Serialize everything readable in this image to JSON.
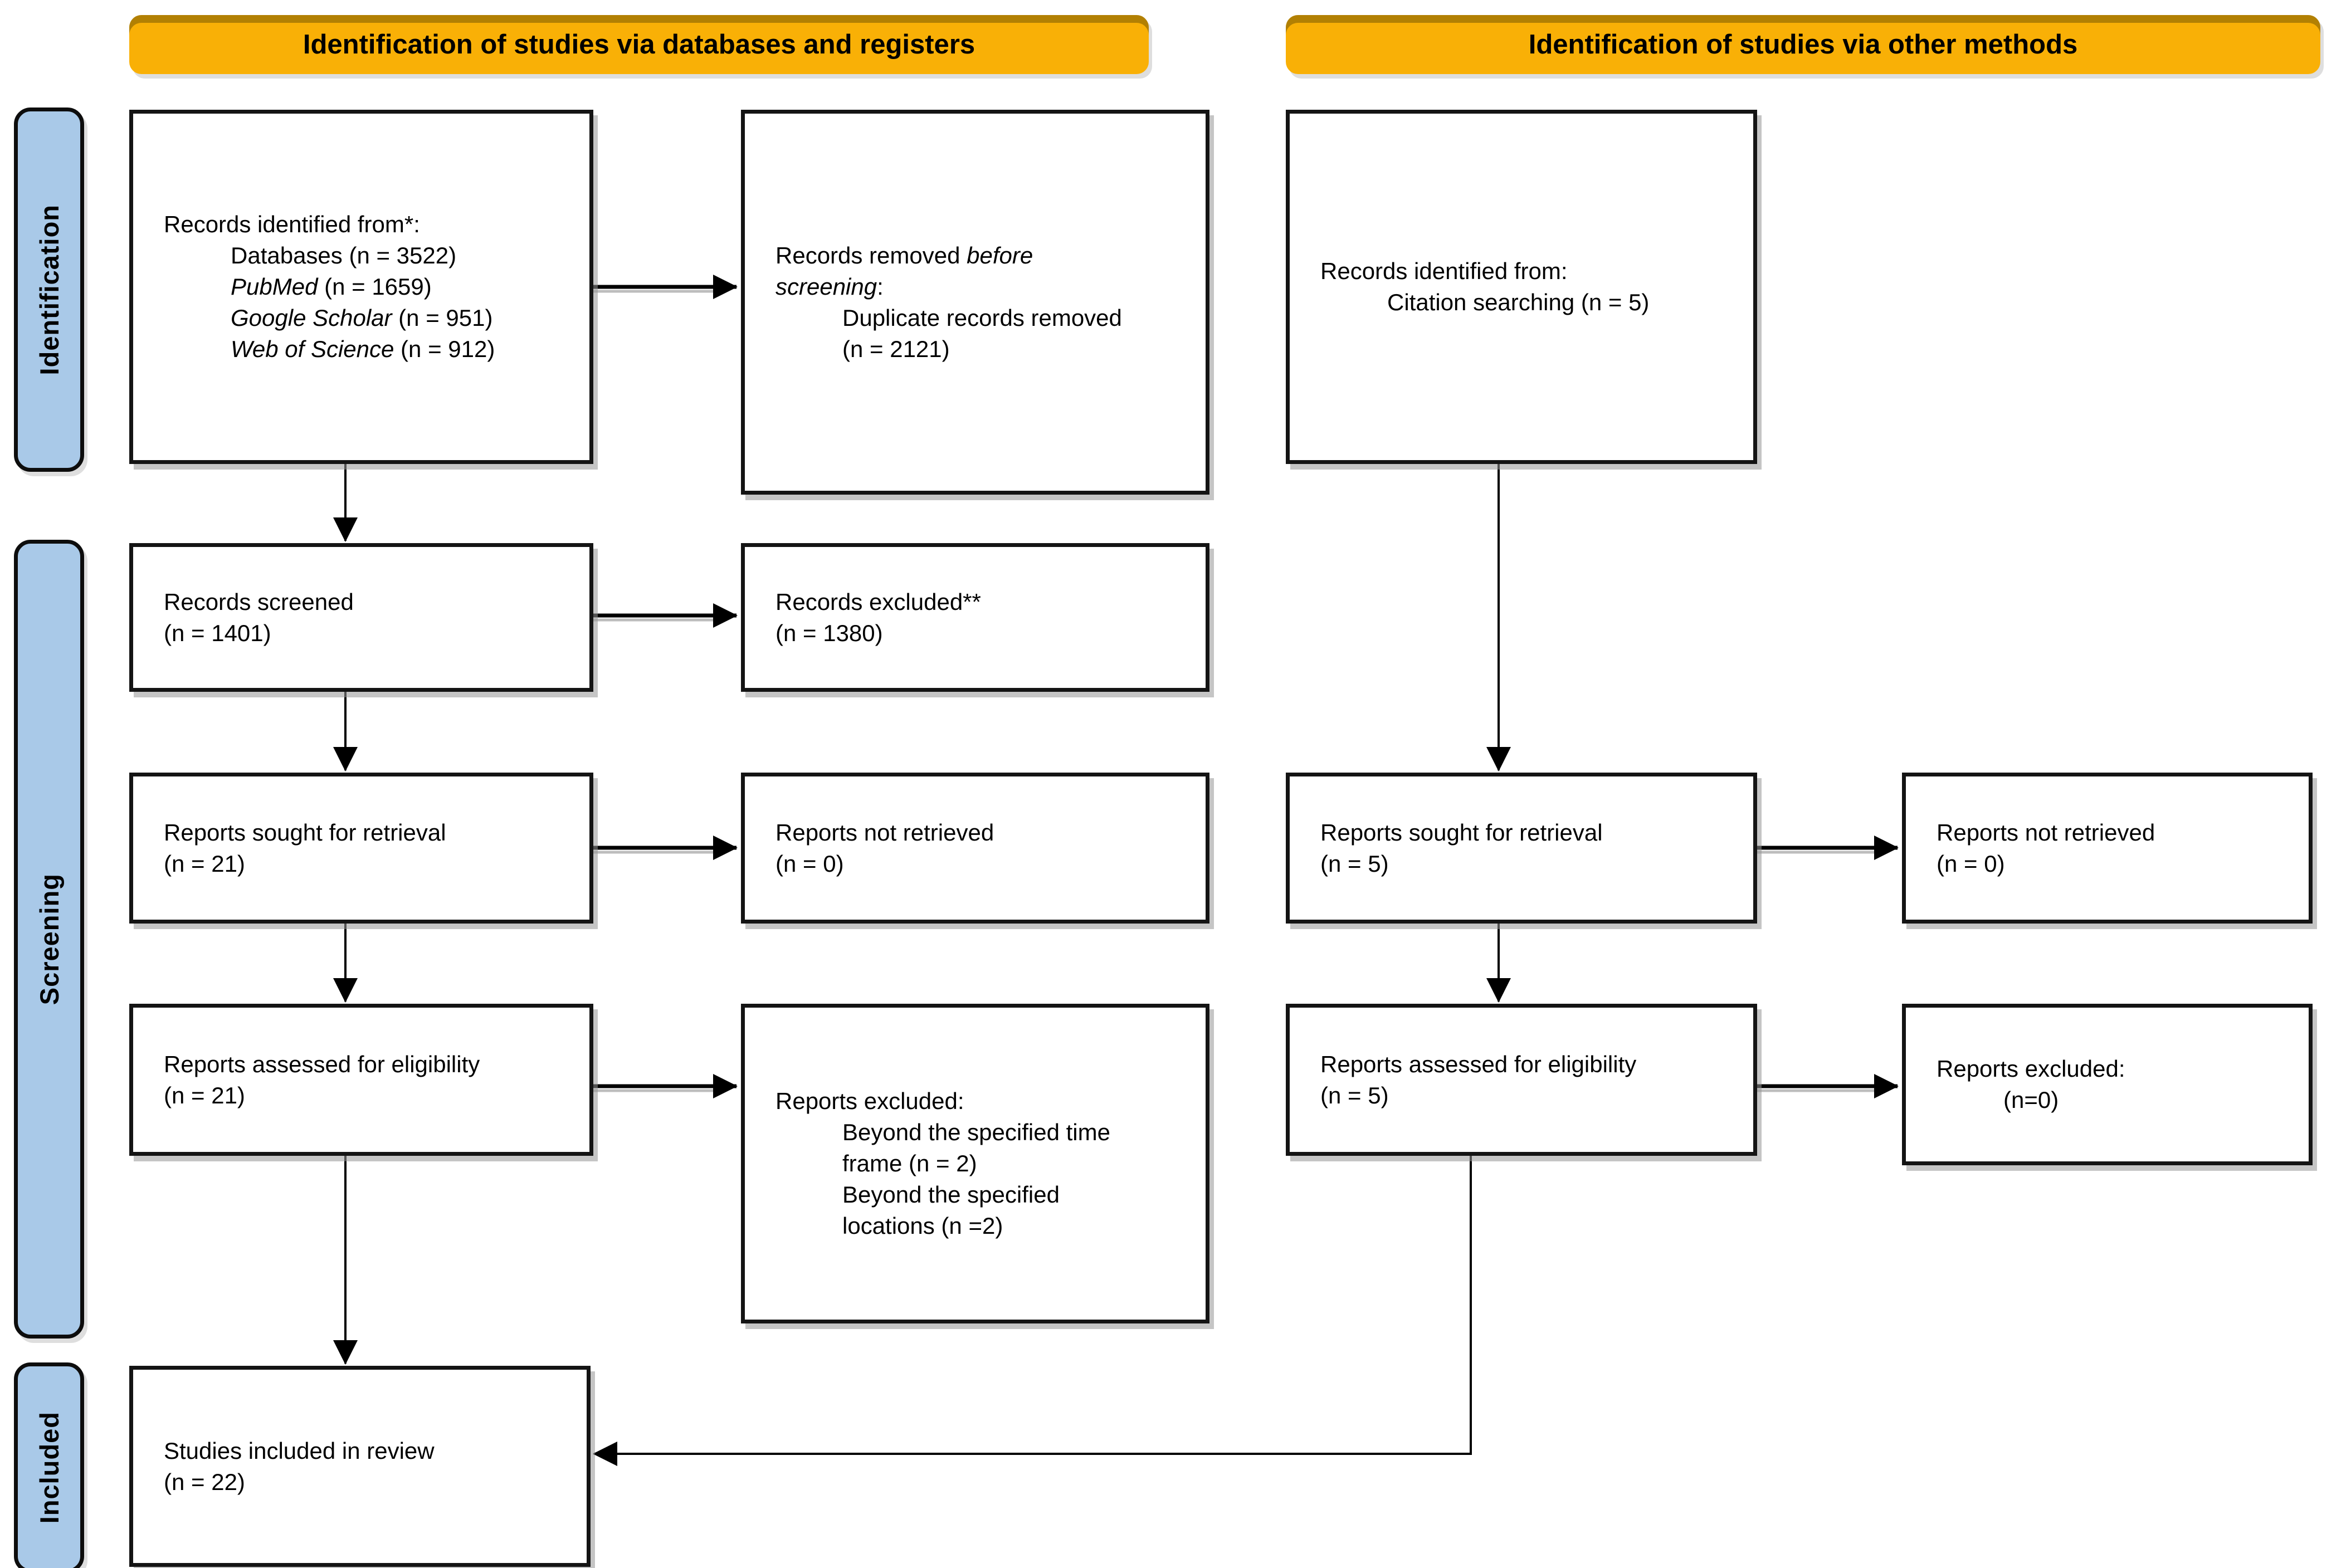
{
  "diagram_type": "PRISMA 2020 flow diagram",
  "banners": {
    "left": "Identification of studies via databases and registers",
    "right": "Identification of studies via other methods"
  },
  "stages": {
    "identification": "Identification",
    "screening": "Screening",
    "included": "Included"
  },
  "colors": {
    "banner_fill": "#F9B006",
    "stage_fill": "#A9C9E8",
    "box_border": "#141414",
    "background": "#FFFFFF"
  },
  "boxes": {
    "records_identified_databases": {
      "lines": [
        {
          "indent": 0,
          "seg": [
            {
              "t": "Records identified from*:"
            }
          ]
        },
        {
          "indent": 1,
          "seg": [
            {
              "t": "Databases (n = 3522)"
            }
          ]
        },
        {
          "indent": 1,
          "seg": [
            {
              "t": "PubMed",
              "i": true
            },
            {
              "t": " (n = 1659)"
            }
          ]
        },
        {
          "indent": 1,
          "seg": [
            {
              "t": "Google Scholar",
              "i": true
            },
            {
              "t": " (n = 951)"
            }
          ]
        },
        {
          "indent": 1,
          "seg": [
            {
              "t": "Web of Science",
              "i": true
            },
            {
              "t": " (n = 912)"
            }
          ]
        }
      ]
    },
    "records_removed": {
      "lines": [
        {
          "indent": 0,
          "seg": [
            {
              "t": "Records removed "
            },
            {
              "t": "before",
              "i": true
            }
          ]
        },
        {
          "indent": 0,
          "seg": [
            {
              "t": "screening",
              "i": true
            },
            {
              "t": ":"
            }
          ]
        },
        {
          "indent": 1,
          "seg": [
            {
              "t": "Duplicate records removed"
            }
          ]
        },
        {
          "indent": 1,
          "seg": [
            {
              "t": "(n = 2121)"
            }
          ]
        }
      ]
    },
    "records_identified_other": {
      "lines": [
        {
          "indent": 0,
          "seg": [
            {
              "t": "Records identified from:"
            }
          ]
        },
        {
          "indent": 1,
          "seg": [
            {
              "t": "Citation searching (n = 5)"
            }
          ]
        }
      ]
    },
    "records_screened": {
      "lines": [
        {
          "indent": 0,
          "seg": [
            {
              "t": "Records screened"
            }
          ]
        },
        {
          "indent": 0,
          "seg": [
            {
              "t": "(n = 1401)"
            }
          ]
        }
      ]
    },
    "records_excluded": {
      "lines": [
        {
          "indent": 0,
          "seg": [
            {
              "t": "Records excluded**"
            }
          ]
        },
        {
          "indent": 0,
          "seg": [
            {
              "t": "(n = 1380)"
            }
          ]
        }
      ]
    },
    "reports_sought_db": {
      "lines": [
        {
          "indent": 0,
          "seg": [
            {
              "t": "Reports sought for retrieval"
            }
          ]
        },
        {
          "indent": 0,
          "seg": [
            {
              "t": "(n = 21)"
            }
          ]
        }
      ]
    },
    "reports_not_retrieved_db": {
      "lines": [
        {
          "indent": 0,
          "seg": [
            {
              "t": "Reports not retrieved"
            }
          ]
        },
        {
          "indent": 0,
          "seg": [
            {
              "t": "(n = 0)"
            }
          ]
        }
      ]
    },
    "reports_sought_other": {
      "lines": [
        {
          "indent": 0,
          "seg": [
            {
              "t": "Reports sought for retrieval"
            }
          ]
        },
        {
          "indent": 0,
          "seg": [
            {
              "t": "(n = 5)"
            }
          ]
        }
      ]
    },
    "reports_not_retrieved_other": {
      "lines": [
        {
          "indent": 0,
          "seg": [
            {
              "t": "Reports not retrieved"
            }
          ]
        },
        {
          "indent": 0,
          "seg": [
            {
              "t": "(n = 0)"
            }
          ]
        }
      ]
    },
    "reports_assessed_db": {
      "lines": [
        {
          "indent": 0,
          "seg": [
            {
              "t": "Reports assessed for eligibility"
            }
          ]
        },
        {
          "indent": 0,
          "seg": [
            {
              "t": "(n = 21)"
            }
          ]
        }
      ]
    },
    "reports_excluded_db": {
      "lines": [
        {
          "indent": 0,
          "seg": [
            {
              "t": "Reports excluded:"
            }
          ]
        },
        {
          "indent": 1,
          "seg": [
            {
              "t": "Beyond the specified time"
            }
          ]
        },
        {
          "indent": 1,
          "seg": [
            {
              "t": "frame (n = 2)"
            }
          ]
        },
        {
          "indent": 1,
          "seg": [
            {
              "t": "Beyond the specified"
            }
          ]
        },
        {
          "indent": 1,
          "seg": [
            {
              "t": "locations (n =2)"
            }
          ]
        }
      ]
    },
    "reports_assessed_other": {
      "lines": [
        {
          "indent": 0,
          "seg": [
            {
              "t": "Reports assessed for eligibility"
            }
          ]
        },
        {
          "indent": 0,
          "seg": [
            {
              "t": "(n = 5)"
            }
          ]
        }
      ]
    },
    "reports_excluded_other": {
      "lines": [
        {
          "indent": 0,
          "seg": [
            {
              "t": "Reports excluded:"
            }
          ]
        },
        {
          "indent": 1,
          "seg": [
            {
              "t": "(n=0)"
            }
          ]
        }
      ]
    },
    "studies_included": {
      "lines": [
        {
          "indent": 0,
          "seg": [
            {
              "t": "Studies included in review"
            }
          ]
        },
        {
          "indent": 0,
          "seg": [
            {
              "t": "(n = 22)"
            }
          ]
        }
      ]
    }
  }
}
